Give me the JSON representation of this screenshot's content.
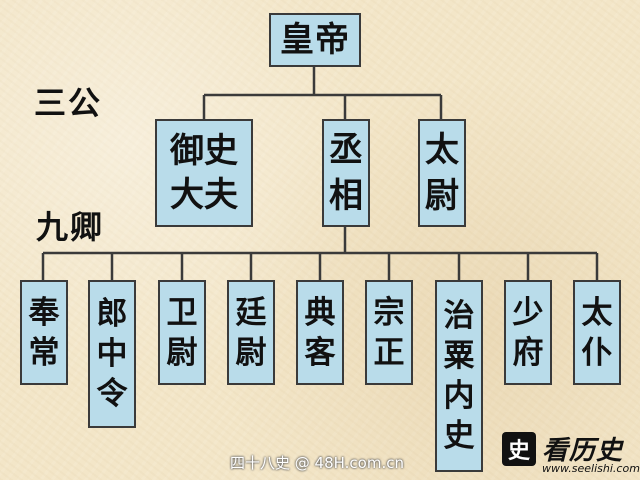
{
  "emperor": "皇帝",
  "ranks": {
    "sangong": "三公",
    "jiuqing": "九卿"
  },
  "sangong": [
    "御史大夫",
    "丞相",
    "太尉"
  ],
  "jiuqing": [
    "奉常",
    "郎中令",
    "卫尉",
    "廷尉",
    "典客",
    "宗正",
    "治粟内史",
    "少府",
    "太仆"
  ],
  "watermark": {
    "credit": "四十八史 @ 48H.com.cn",
    "logo_mark": "史",
    "logo_title": "看历史",
    "logo_url": "www.seelishi.com"
  },
  "colors": {
    "box_fill": "#b9dcea",
    "box_border": "#3a3a3a",
    "line": "#3a3a3a",
    "background": "#f3e6c8"
  }
}
